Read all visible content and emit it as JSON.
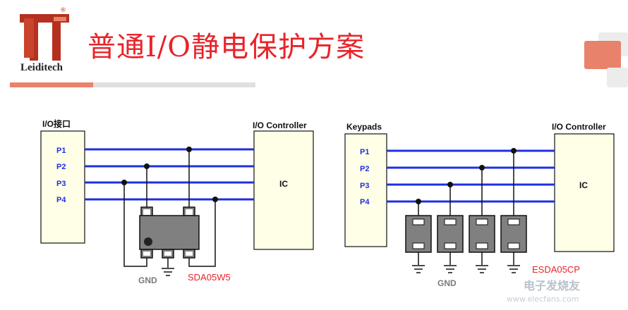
{
  "header": {
    "title": "普通I/O静电保护方案",
    "brand": "Leiditech",
    "registered_mark": "®"
  },
  "colors": {
    "title": "#e8232a",
    "signal_line": "#1f2fe0",
    "chip_fill": "#808080",
    "part_label": "#e8232a",
    "accent_orange": "#e8826a",
    "logo_red": "#b5301f"
  },
  "left_circuit": {
    "io_label": "I/O接口",
    "pins": [
      "P1",
      "P2",
      "P3",
      "P4"
    ],
    "controller_label": "I/O Controller",
    "ic_label": "IC",
    "gnd_label": "GND",
    "part_label": "SDA05W5"
  },
  "right_circuit": {
    "keypad_label": "Keypads",
    "pins": [
      "P1",
      "P2",
      "P3",
      "P4"
    ],
    "controller_label": "I/O Controller",
    "ic_label": "IC",
    "gnd_label": "GND",
    "part_label": "ESDA05CP"
  },
  "watermark": {
    "text": "电子发烧友",
    "url": "www.elecfans.com"
  }
}
